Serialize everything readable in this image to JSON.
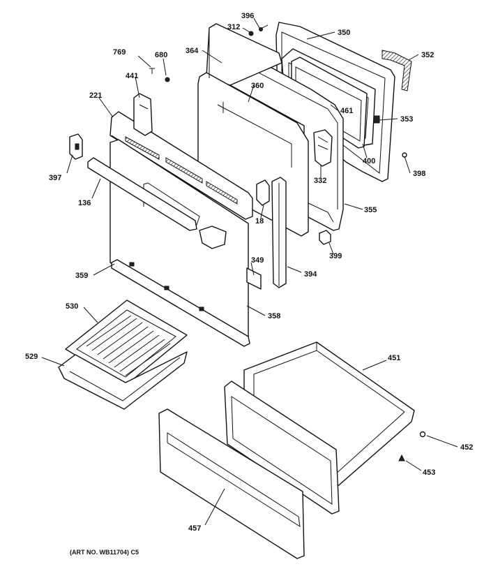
{
  "callouts": {
    "p396": "396",
    "p312": "312",
    "p350": "350",
    "p352": "352",
    "p769": "769",
    "p680": "680",
    "p364": "364",
    "p441": "441",
    "p360": "360",
    "p461": "461",
    "p221": "221",
    "p353": "353",
    "p400": "400",
    "p398": "398",
    "p397": "397",
    "p332": "332",
    "p136": "136",
    "p355": "355",
    "p18": "18",
    "p399": "399",
    "p349": "349",
    "p359": "359",
    "p394": "394",
    "p358": "358",
    "p530": "530",
    "p529": "529",
    "p451": "451",
    "p452": "452",
    "p453": "453",
    "p457": "457"
  },
  "footer": {
    "art_number": "(ART NO. WB11704) C5"
  }
}
